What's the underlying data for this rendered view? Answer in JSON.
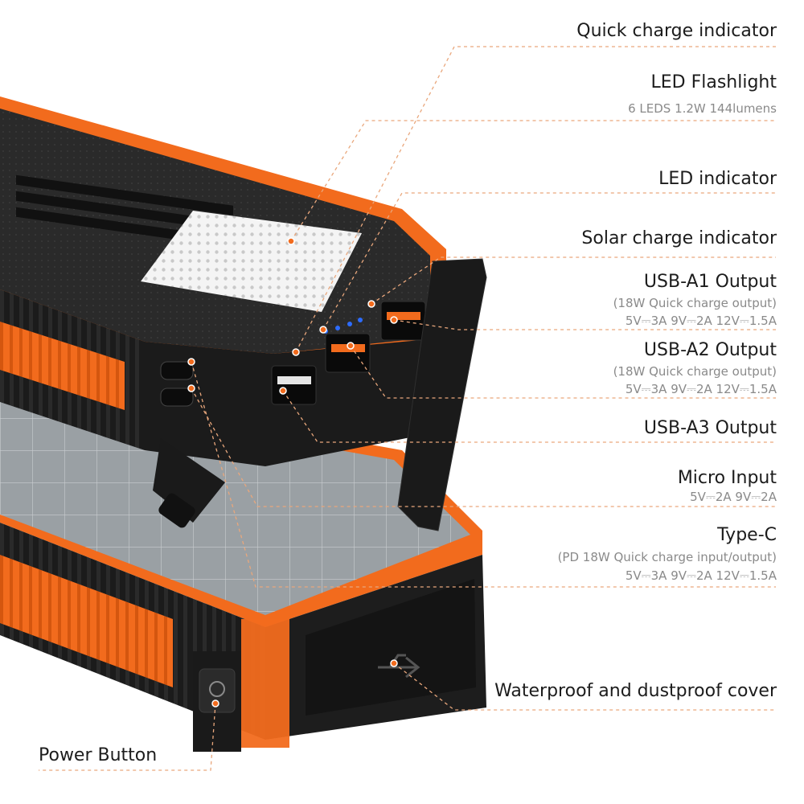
{
  "colors": {
    "accent": "#f26b1d",
    "body_dark": "#1e1e1e",
    "leader_line": "#e9a77c",
    "led_red": "#e53030",
    "led_blue": "#2d6cff",
    "led_green": "#2bd14a"
  },
  "labels": {
    "quick_charge_indicator": "Quick charge indicator",
    "led_flashlight": "LED Flashlight",
    "led_flashlight_spec": "6 LEDS 1.2W 144lumens",
    "led_indicator": "LED  indicator",
    "solar_charge_indicator": "Solar charge indicator",
    "usb_a1": "USB-A1 Output",
    "usb_a1_note": "(18W Quick charge output)",
    "usb_a1_specs": "5V⎓3A   9V⎓2A   12V⎓1.5A",
    "usb_a2": "USB-A2 Output",
    "usb_a2_note": "(18W Quick charge output)",
    "usb_a2_specs": "5V⎓3A   9V⎓2A   12V⎓1.5A",
    "usb_a3": "USB-A3 Output",
    "micro_input": "Micro Input",
    "micro_input_specs": "5V⎓2A   9V⎓2A",
    "type_c": "Type-C",
    "type_c_note": "(PD 18W Quick charge input/output)",
    "type_c_specs": "5V⎓3A   9V⎓2A   12V⎓1.5A",
    "waterproof_cover": "Waterproof and dustproof cover",
    "power_button": "Power Button"
  },
  "icons": {
    "usb": "usb-trident-icon",
    "power": "power-icon"
  }
}
